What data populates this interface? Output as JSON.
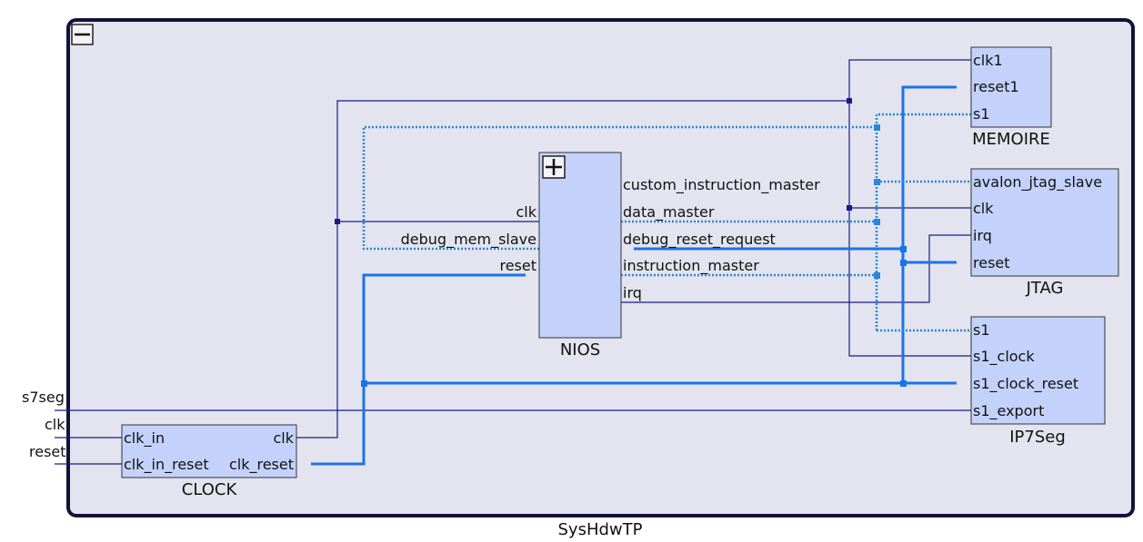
{
  "system": {
    "name": "SysHdwTP",
    "collapse_symbol": "−"
  },
  "external_ports": [
    "s7seg",
    "clk",
    "reset"
  ],
  "components": {
    "clock": {
      "name": "CLOCK",
      "inputs": [
        "clk_in",
        "clk_in_reset"
      ],
      "outputs": [
        "clk",
        "clk_reset"
      ]
    },
    "nios": {
      "name": "NIOS",
      "expand_symbol": "+",
      "inputs": [
        "clk",
        "debug_mem_slave",
        "reset"
      ],
      "outputs": [
        "custom_instruction_master",
        "data_master",
        "debug_reset_request",
        "instruction_master",
        "irq"
      ]
    },
    "memoire": {
      "name": "MEMOIRE",
      "ports": [
        "clk1",
        "reset1",
        "s1"
      ]
    },
    "jtag": {
      "name": "JTAG",
      "ports": [
        "avalon_jtag_slave",
        "clk",
        "irq",
        "reset"
      ]
    },
    "ip7seg": {
      "name": "IP7Seg",
      "ports": [
        "s1",
        "s1_clock",
        "s1_clock_reset",
        "s1_export"
      ]
    }
  },
  "colors": {
    "clock_wire": "#1a1a8c",
    "reset_wire": "#1a73e8",
    "bus_wire": "#2a86d8",
    "block_fill": "#c4d2fb",
    "frame_fill": "#e3e4ef",
    "frame_border": "#12133a"
  }
}
